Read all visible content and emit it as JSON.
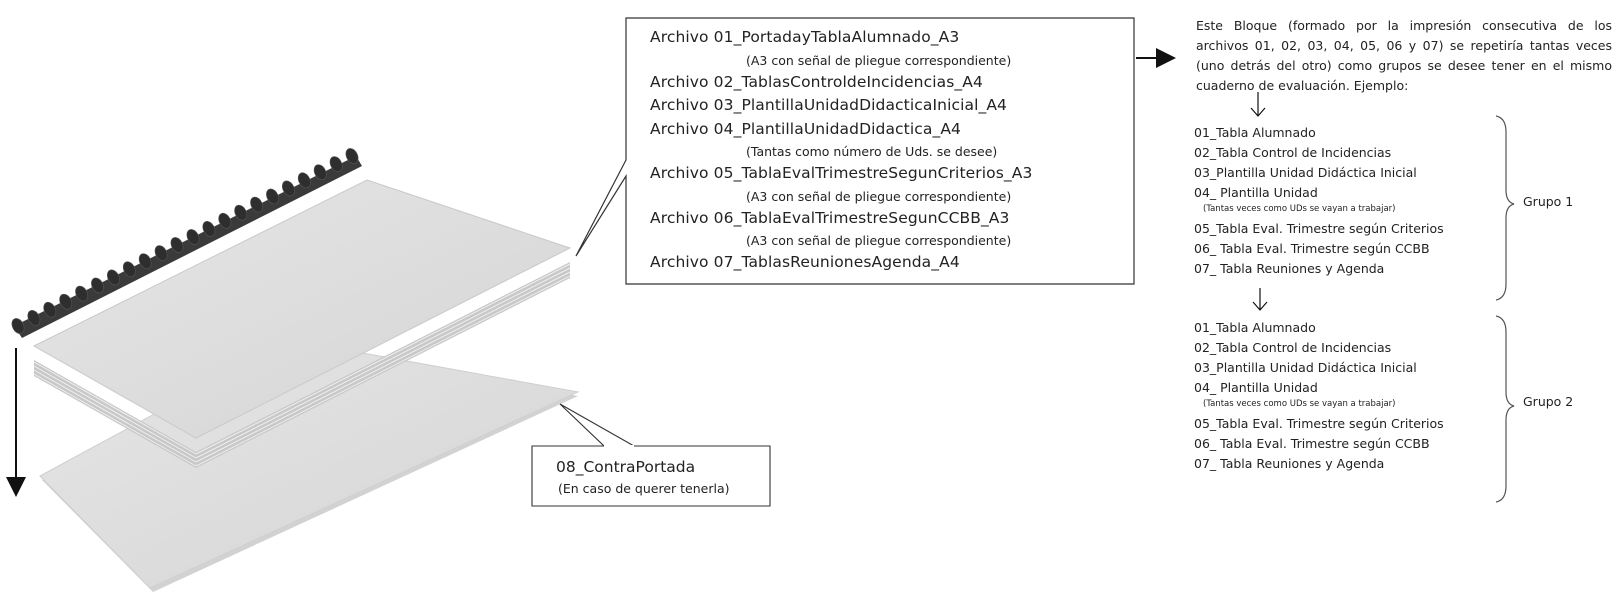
{
  "binder": {
    "files": [
      {
        "text": "Archivo 01_PortadayTablaAlumnado_A3",
        "note": "(A3 con señal de pliegue correspondiente)"
      },
      {
        "text": "Archivo 02_TablasControldeIncidencias_A4",
        "note": ""
      },
      {
        "text": "Archivo 03_PlantillaUnidadDidacticaInicial_A4",
        "note": ""
      },
      {
        "text": "Archivo 04_PlantillaUnidadDidactica_A4",
        "note": "(Tantas como número de Uds. se desee)"
      },
      {
        "text": "Archivo 05_TablaEvalTrimestreSegunCriterios_A3",
        "note": "(A3 con señal de pliegue correspondiente)"
      },
      {
        "text": "Archivo 06_TablaEvalTrimestreSegunCCBB_A3",
        "note": "(A3 con señal de pliegue correspondiente)"
      },
      {
        "text": "Archivo 07_TablasReunionesAgenda_A4",
        "note": ""
      }
    ],
    "back_cover": {
      "title": "08_ContraPortada",
      "note": "(En caso de  querer tenerla)"
    }
  },
  "description": "Este Bloque (formado por la impresión consecutiva de los archivos 01, 02, 03, 04, 05, 06 y 07) se repetiría tantas veces (uno detrás del otro) como grupos se desee tener en el mismo cuaderno de evaluación. Ejemplo:",
  "groups": [
    {
      "label": "Grupo 1",
      "items": [
        "01_Tabla Alumnado",
        "02_Tabla Control de Incidencias",
        "03_Plantilla Unidad Didáctica Inicial",
        "04_ Plantilla Unidad",
        "05_Tabla Eval. Trimestre según Criterios",
        "06_ Tabla Eval. Trimestre según CCBB",
        "07_ Tabla Reuniones y Agenda"
      ],
      "subnote": "(Tantas veces como UDs se vayan a trabajar)"
    },
    {
      "label": "Grupo 2",
      "items": [
        "01_Tabla Alumnado",
        "02_Tabla Control de Incidencias",
        "03_Plantilla Unidad Didáctica Inicial",
        "04_ Plantilla Unidad",
        "05_Tabla Eval. Trimestre según Criterios",
        "06_ Tabla Eval. Trimestre según CCBB",
        "07_ Tabla Reuniones y Agenda"
      ],
      "subnote": "(Tantas veces como UDs se vayan a trabajar)"
    }
  ],
  "colors": {
    "sheet": "#dcdcdc",
    "sheet_edge": "#bdbdbd",
    "comb": "#3a3a3a",
    "line": "#111111"
  }
}
